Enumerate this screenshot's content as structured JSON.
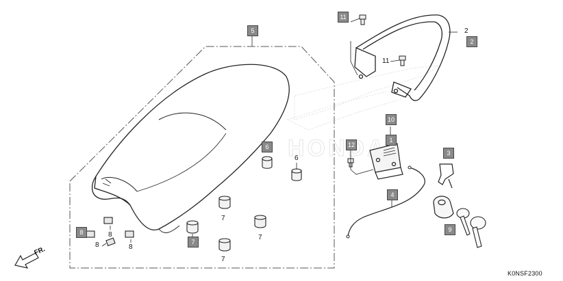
{
  "diagram": {
    "callouts": {
      "c5": "5",
      "c11a": "11",
      "c2": "2",
      "c10": "10",
      "c1": "1",
      "c12": "12",
      "c6": "6",
      "c3": "3",
      "c4": "4",
      "c8": "8",
      "c7": "7",
      "c9": "9"
    },
    "labels": {
      "l2": "2",
      "l11": "11",
      "l6": "6",
      "l7a": "7",
      "l7b": "7",
      "l7c": "7",
      "l8a": "8",
      "l8b": "8",
      "l8c": "8"
    },
    "front_label": "FR.",
    "diagram_code": "K0NSF2300",
    "watermark": "HONDA",
    "colors": {
      "callout_fill": "#8a8a8a",
      "line": "#222222"
    }
  }
}
